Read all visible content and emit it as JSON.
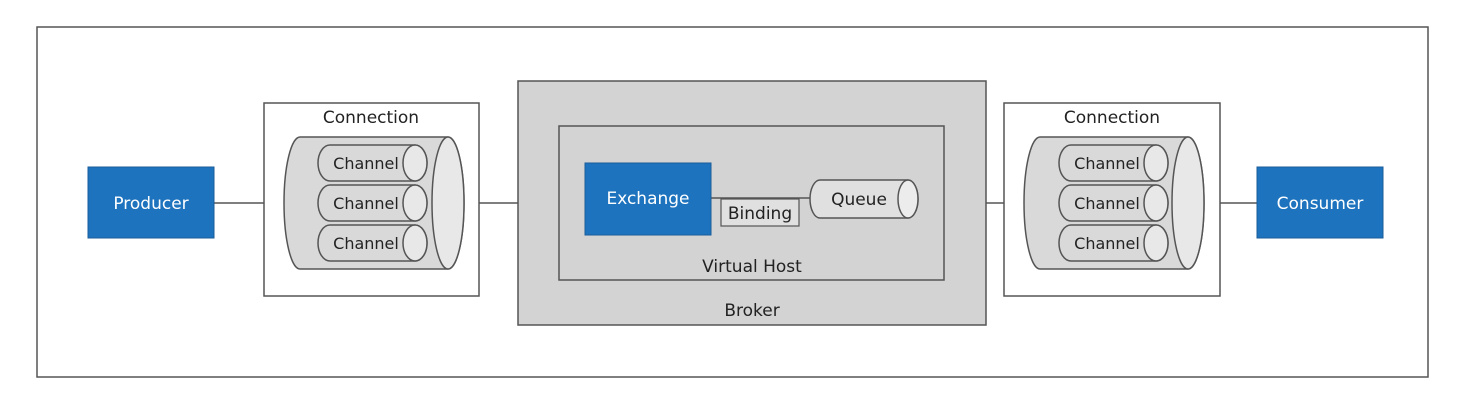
{
  "producer": {
    "label": "Producer"
  },
  "consumer": {
    "label": "Consumer"
  },
  "left_connection": {
    "title": "Connection",
    "channels": [
      "Channel",
      "Channel",
      "Channel"
    ]
  },
  "right_connection": {
    "title": "Connection",
    "channels": [
      "Channel",
      "Channel",
      "Channel"
    ]
  },
  "broker": {
    "label": "Broker",
    "virtual_host": {
      "label": "Virtual Host",
      "exchange": "Exchange",
      "binding": "Binding",
      "queue": "Queue"
    }
  },
  "colors": {
    "node_blue": "#1E73BE",
    "broker_fill": "#D3D3D3",
    "cylinder_fill": "#D9D9D9",
    "cylinder_end": "#E8E8E8",
    "stroke": "#555555"
  }
}
